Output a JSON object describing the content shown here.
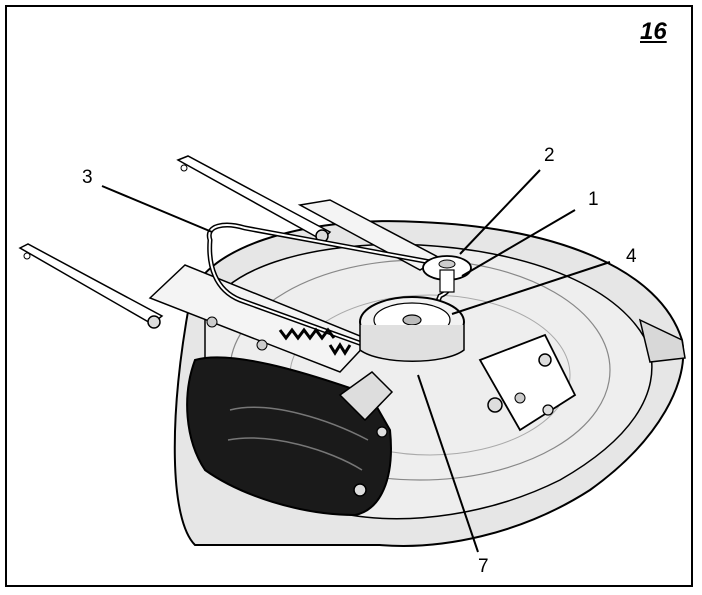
{
  "figure_number": "16",
  "callouts": {
    "c1": "1",
    "c2": "2",
    "c3": "3",
    "c4": "4",
    "c7": "7"
  },
  "colors": {
    "ink": "#000000",
    "deck_fill": "#e6e6e6",
    "deck_shadow": "#c8c8c8",
    "bag_fill": "#1a1a1a"
  }
}
